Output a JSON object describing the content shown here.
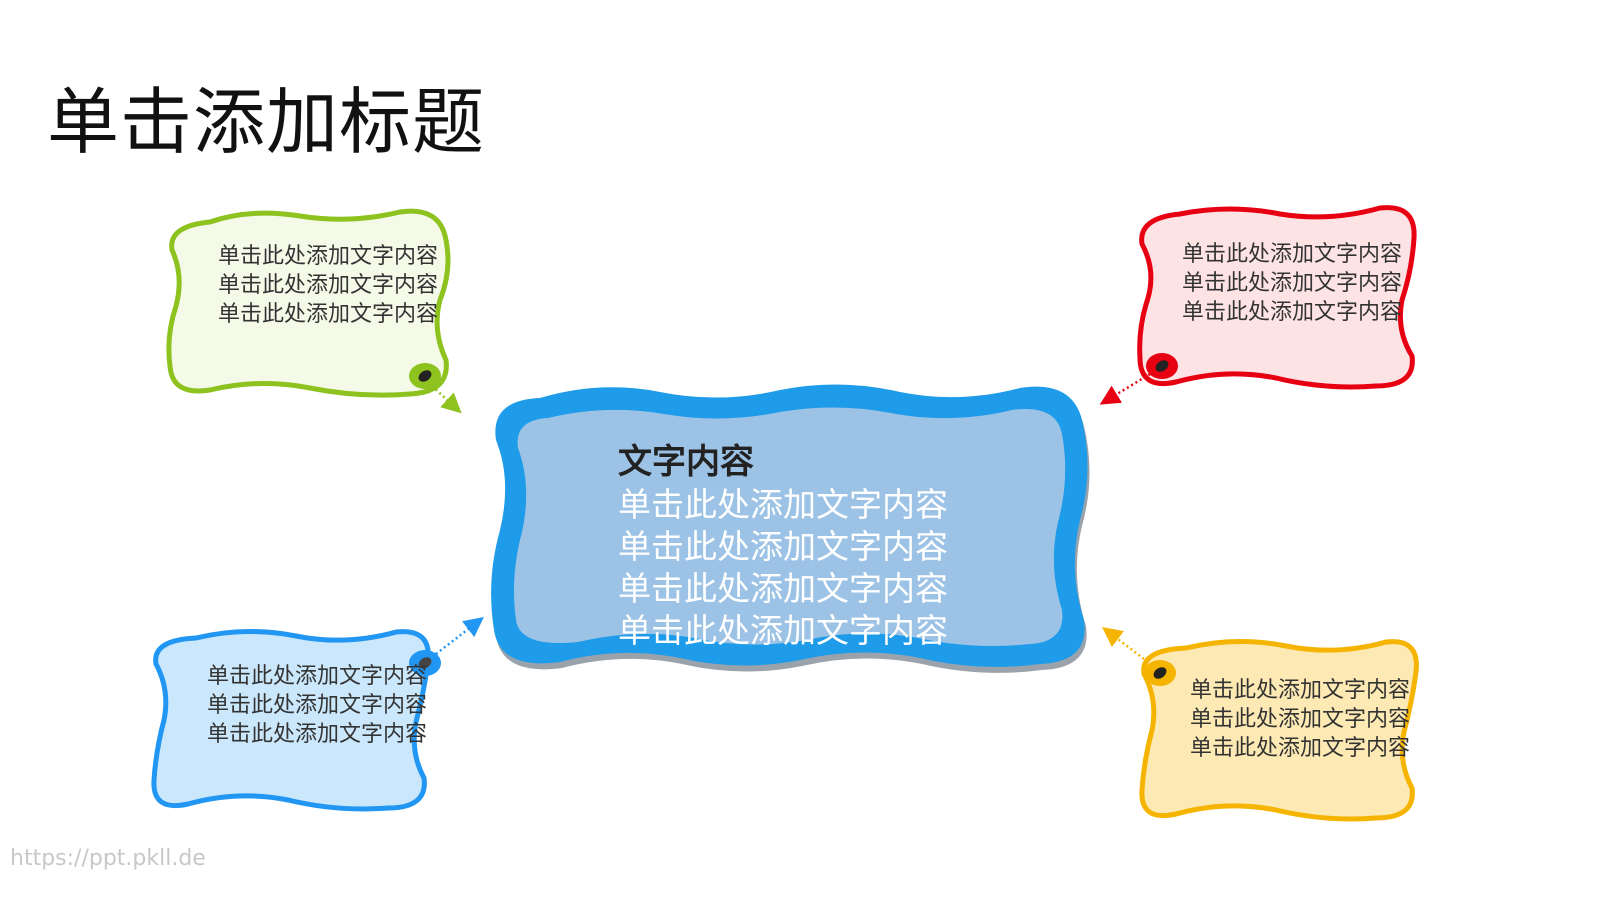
{
  "title": "单击添加标题",
  "center": {
    "heading": "文字内容",
    "lines": [
      "单击此处添加文字内容",
      "单击此处添加文字内容",
      "单击此处添加文字内容",
      "单击此处添加文字内容"
    ]
  },
  "bubbles": {
    "top_left": {
      "text": "单击此处添加文字内容单击此处添加文字内容单击此处添加文字内容",
      "color": "#8dc21f",
      "fill": "#f4f9e8"
    },
    "top_right": {
      "text": "单击此处添加文字内容单击此处添加文字内容单击此处添加文字内容",
      "color": "#e60012",
      "fill": "#fde3e4"
    },
    "bottom_left": {
      "text": "单击此处添加文字内容单击此处添加文字内容单击此处添加文字内容",
      "color": "#2196f3",
      "fill": "#cbe7fb"
    },
    "bottom_right": {
      "text": "单击此处添加文字内容单击此处添加文字内容单击此处添加文字内容",
      "color": "#f5b400",
      "fill": "#fde9b4"
    }
  },
  "center_colors": {
    "outline": "#1e9be9",
    "fill": "#9cc3e6"
  },
  "watermark": "https://ppt.pkll.de"
}
